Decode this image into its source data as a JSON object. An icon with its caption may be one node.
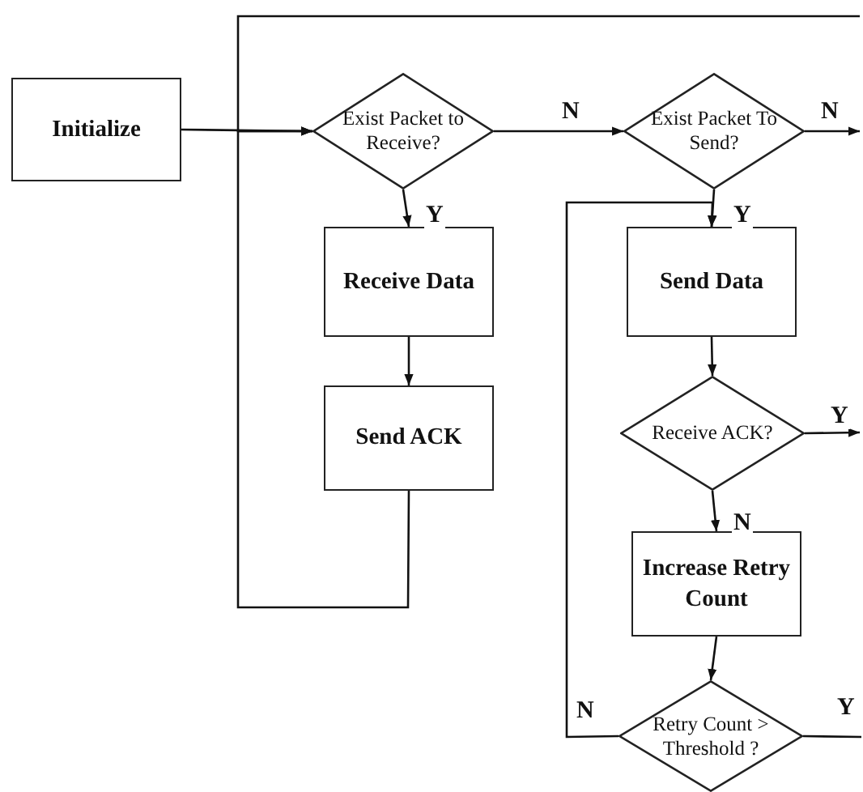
{
  "diagram": {
    "nodes": [
      {
        "text": [
          "Initialize"
        ]
      },
      {
        "text": [
          "Exist Packet to Receive?"
        ]
      },
      {
        "text": [
          "Exist Packet To Send?"
        ]
      },
      {
        "text": [
          "Receive Data"
        ]
      },
      {
        "text": [
          "Send ACK"
        ]
      },
      {
        "text": [
          "Send Data"
        ]
      },
      {
        "text": [
          "Receive ACK?"
        ]
      },
      {
        "text": [
          "Increase Retry Count"
        ]
      },
      {
        "text": [
          "Retry Count > Threshold ?"
        ]
      }
    ],
    "edges": [
      {
        "from": 0,
        "to": 1,
        "arrow": "to"
      },
      {
        "from": 1,
        "to": 2,
        "arrow": "to",
        "label": "N"
      },
      {
        "from": 2,
        "to": null,
        "arrow": "to",
        "label": "N"
      },
      {
        "from": 1,
        "to": 3,
        "arrow": "to",
        "label": "Y"
      },
      {
        "from": 3,
        "to": 4,
        "arrow": "to"
      },
      {
        "from": 4,
        "to": 1,
        "arrow": "to"
      },
      {
        "from": null,
        "to": 1,
        "arrow": "to"
      },
      {
        "from": 2,
        "to": 5,
        "arrow": "to",
        "label": "Y"
      },
      {
        "from": 5,
        "to": 6,
        "arrow": "to"
      },
      {
        "from": 6,
        "to": null,
        "arrow": "to",
        "label": "Y"
      },
      {
        "from": 6,
        "to": 7,
        "arrow": "to",
        "label": "N"
      },
      {
        "from": 7,
        "to": 8,
        "arrow": "to"
      },
      {
        "from": 8,
        "to": 5,
        "arrow": "to",
        "label": "N"
      },
      {
        "from": 8,
        "to": null,
        "arrow": "none",
        "label": "Y"
      }
    ]
  }
}
